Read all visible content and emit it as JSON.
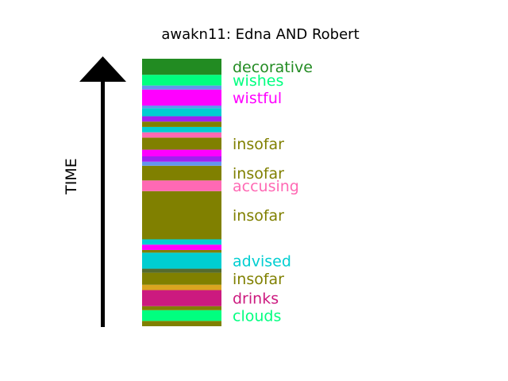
{
  "chart_data": {
    "type": "bar",
    "title": "awakn11: Edna AND Robert",
    "ylabel": "TIME",
    "ylim": [
      0,
      100
    ],
    "colors": {
      "dark_green": "#228B22",
      "spring_green": "#00FF7F",
      "magenta": "#FF00FF",
      "steel_blue": "#6495ED",
      "olive": "#808000",
      "turquoise": "#00CED1",
      "pink": "#FF69B4",
      "purple": "#A020F0",
      "dark_olive": "#556B2F",
      "orange": "#DAA520",
      "crimson": "#CC1A7F"
    },
    "segments": [
      {
        "start": 0,
        "end": 2,
        "color": "#808000"
      },
      {
        "start": 2,
        "end": 6,
        "color": "#00FF7F",
        "label": "clouds"
      },
      {
        "start": 6,
        "end": 7.5,
        "color": "#808000"
      },
      {
        "start": 7.5,
        "end": 13.5,
        "color": "#CC1A7F",
        "label": "drinks"
      },
      {
        "start": 13.5,
        "end": 15.5,
        "color": "#DAA520"
      },
      {
        "start": 15.5,
        "end": 20,
        "color": "#808000",
        "label": "insofar"
      },
      {
        "start": 20,
        "end": 21.5,
        "color": "#556B2F"
      },
      {
        "start": 21.5,
        "end": 27.5,
        "color": "#00CED1",
        "label": "advised"
      },
      {
        "start": 27.5,
        "end": 28.5,
        "color": "#808000"
      },
      {
        "start": 28.5,
        "end": 30.5,
        "color": "#FF00FF"
      },
      {
        "start": 30.5,
        "end": 32.5,
        "color": "#00CED1"
      },
      {
        "start": 32.5,
        "end": 50.5,
        "color": "#808000",
        "label": "insofar"
      },
      {
        "start": 50.5,
        "end": 54.5,
        "color": "#FF69B4",
        "label": "accusing"
      },
      {
        "start": 54.5,
        "end": 60,
        "color": "#808000",
        "label": "insofar"
      },
      {
        "start": 60,
        "end": 61.5,
        "color": "#6495ED"
      },
      {
        "start": 61.5,
        "end": 63.5,
        "color": "#A020F0"
      },
      {
        "start": 63.5,
        "end": 66,
        "color": "#FF00FF"
      },
      {
        "start": 66,
        "end": 70.5,
        "color": "#808000",
        "label": "insofar"
      },
      {
        "start": 70.5,
        "end": 72.5,
        "color": "#FF69B4"
      },
      {
        "start": 72.5,
        "end": 74.5,
        "color": "#00CED1"
      },
      {
        "start": 74.5,
        "end": 76.5,
        "color": "#808000"
      },
      {
        "start": 76.5,
        "end": 78.5,
        "color": "#A020F0"
      },
      {
        "start": 78.5,
        "end": 81.5,
        "color": "#00CED1"
      },
      {
        "start": 81.5,
        "end": 82.5,
        "color": "#6495ED"
      },
      {
        "start": 82.5,
        "end": 88.5,
        "color": "#FF00FF",
        "label": "wistful"
      },
      {
        "start": 88.5,
        "end": 90,
        "color": "#6495ED"
      },
      {
        "start": 90,
        "end": 94,
        "color": "#00FF7F",
        "label": "wishes"
      },
      {
        "start": 94,
        "end": 100,
        "color": "#228B22",
        "label": "decorative"
      }
    ]
  }
}
